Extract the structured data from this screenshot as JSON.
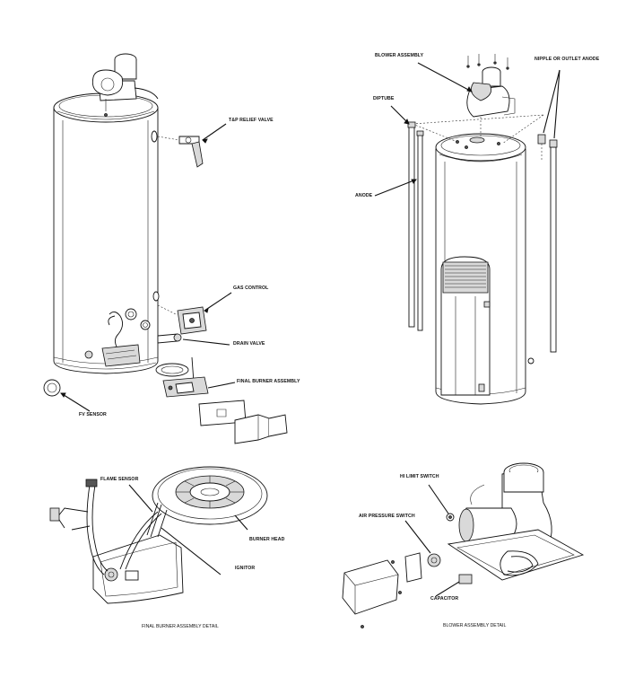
{
  "labels": {
    "tp_relief_valve": "T&P RELIEF VALVE",
    "gas_control": "GAS CONTROL",
    "drain_valve": "DRAIN VALVE",
    "final_burner_assembly": "FINAL BURNER ASSEMBLY",
    "fv_sensor": "FV SENSOR",
    "blower_assembly": "BLOWER ASSEMBLY",
    "dip_tube": "DIPTUBE",
    "nipple_outlet_anode": "NIPPLE OR OUTLET ANODE",
    "anode": "ANODE",
    "flame_sensor": "FLAME SENSOR",
    "burner_head": "BURNER HEAD",
    "ignitor": "IGNITOR",
    "hi_limit_switch": "HI LIMIT SWITCH",
    "air_pressure_switch": "AIR PRESSURE SWITCH",
    "capacitor": "CAPACITOR"
  },
  "captions": {
    "burner_detail": "FINAL BURNER ASSEMBLY DETAIL",
    "blower_detail": "BLOWER ASSEMBLY DETAIL"
  }
}
